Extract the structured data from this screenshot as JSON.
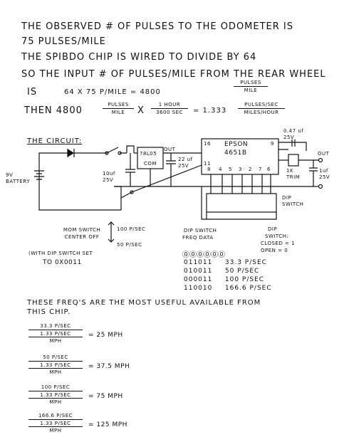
{
  "header": {
    "line1": "THE OBSERVED  # OF PULSES TO THE ODOMETER IS",
    "line2": "75 PULSES/MILE",
    "line3": "THE SPIBDO CHIP IS WIRED TO DIVIDE BY 64",
    "line4": "SO THE INPUT # OF PULSES/MILE FROM THE REAR WHEEL",
    "line5_is": "IS",
    "line5_expr": "64 X 75  P/MILE  =  4800",
    "line5_num": "PULSES",
    "line5_den": "MILE",
    "line6_then": "THEN   4800",
    "line6_f1_num": "PULSES",
    "line6_f1_den": "MILE",
    "line6_x": "X",
    "line6_f2_num": "1 HOUR",
    "line6_f2_den": "3600 SEC",
    "line6_eq": "= 1.333",
    "line6_f3_num": "PULSES/SEC",
    "line6_f3_den": "MILES/HOUR"
  },
  "circuit": {
    "title": "THE CIRCUIT:",
    "battery_label": "9V BATTERY",
    "regulator_label": "78L05",
    "reg_out": "OUT",
    "reg_com": "COM",
    "cap1_label": "10uf 25V",
    "cap2_label": "22 uf 25V",
    "chip_name": "EPSON",
    "chip_part": "4651B",
    "chip_pin16": "16",
    "chip_pin11": "11",
    "chip_pin9": "9",
    "chip_pins_bottom": [
      "8",
      "4",
      "5",
      "3",
      "2",
      "7",
      "6"
    ],
    "output_cap_label": "0.47 uf 25V",
    "trim_label": "1K TRIM",
    "out_label": "OUT",
    "cap3_label": "1uf 25V",
    "dip_label": "DIP SWITCH",
    "mom_switch_label": "MOM SWITCH CENTER OFF",
    "freq_high": "100 P/SEC",
    "freq_low": "50 P/SEC",
    "dip_note_line1": "(WITH DIP SWITCH SET",
    "dip_note_line2": "TO 0X0011",
    "dip_freq_title_1": "DIP SWITCH",
    "dip_freq_title_2": "FREQ DATA",
    "dip_legend_1": "DIP",
    "dip_legend_2": "SWITCH:",
    "dip_legend_3": "CLOSED = 1",
    "dip_legend_4": "OPEN = 0",
    "dip_circles": "⓪⓪⓪⓪⓪⓪",
    "freq_table": [
      {
        "bits": "011011",
        "freq": "33.3 P/SEC"
      },
      {
        "bits": "010011",
        "freq": "50 P/SEC"
      },
      {
        "bits": "000011",
        "freq": "100 P/SEC"
      },
      {
        "bits": "110010",
        "freq": "166.6 P/SEC"
      }
    ]
  },
  "notes": {
    "line1": "THESE FREQ'S ARE THE MOST USEFUL AVAILABLE FROM",
    "line2": "THIS CHIP."
  },
  "calcs": [
    {
      "num": "33.3 P/SEC",
      "den_top": "1.33 P/SEC",
      "den_bottom": "MPH",
      "result": "= 25 MPH"
    },
    {
      "num": "50 P/SEC",
      "den_top": "1.33 P/SEC",
      "den_bottom": "MPH",
      "result": "= 37.5 MPH"
    },
    {
      "num": "100 P/SEC",
      "den_top": "1.33 P/SEC",
      "den_bottom": "MPH",
      "result": "= 75 MPH"
    },
    {
      "num": "166.6 P/SEC",
      "den_top": "1.33 P/SEC",
      "den_bottom": "MPH",
      "result": "= 125 MPH"
    }
  ],
  "colors": {
    "ink": "#111111",
    "paper": "#ffffff"
  }
}
